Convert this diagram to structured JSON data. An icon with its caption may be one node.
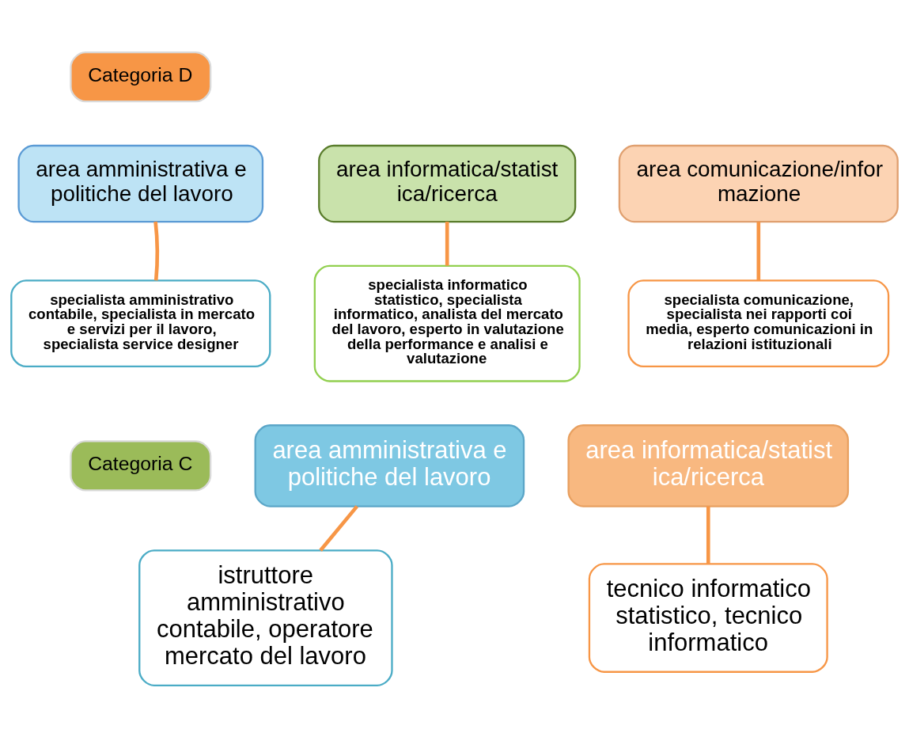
{
  "diagram": {
    "nodes": [
      {
        "text": [
          "Categoria D"
        ]
      },
      {
        "text": [
          "area amministrativa e politiche del lavoro"
        ]
      },
      {
        "text": [
          "specialista amministrativo contabile, specialista in mercato e servizi per il lavoro, specialista service designer"
        ]
      },
      {
        "text": [
          "area informatica/statistica/ricerca"
        ]
      },
      {
        "text": [
          "specialista informatico statistico, specialista informatico, analista del mercato del lavoro, esperto in valutazione della performance e analisi e valutazione"
        ]
      },
      {
        "text": [
          "area comunicazione/informazione"
        ]
      },
      {
        "text": [
          "specialista comunicazione, specialista nei rapporti coi media, esperto comunicazioni in relazioni istituzionali"
        ]
      },
      {
        "text": [
          "Categoria C"
        ]
      },
      {
        "text": [
          "area amministrativa e politiche del lavoro"
        ]
      },
      {
        "text": [
          "istruttore amministrativo contabile, operatore mercato del lavoro"
        ]
      },
      {
        "text": [
          "area informatica/statistica/ricerca"
        ]
      },
      {
        "text": [
          "tecnico informatico statistico, tecnico informatico"
        ]
      }
    ],
    "edges": [
      {
        "from": 1,
        "to": 2,
        "arrow": "none"
      },
      {
        "from": 3,
        "to": 4,
        "arrow": "none"
      },
      {
        "from": 5,
        "to": 6,
        "arrow": "none"
      },
      {
        "from": 8,
        "to": 9,
        "arrow": "none"
      },
      {
        "from": 10,
        "to": 11,
        "arrow": "none"
      }
    ]
  }
}
